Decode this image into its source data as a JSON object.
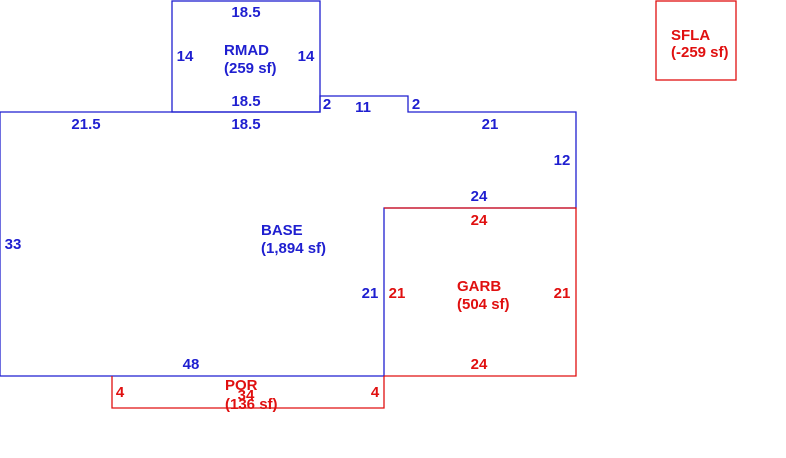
{
  "colors": {
    "blue": "#1f1fd0",
    "red": "#e01010"
  },
  "sketch": {
    "rmad": {
      "name": "RMAD",
      "area": "(259 sf)",
      "dims": {
        "top": "18.5",
        "left": "14",
        "right": "14",
        "bottom": "18.5"
      }
    },
    "base": {
      "name": "BASE",
      "area": "(1,894 sf)",
      "dims": {
        "top_left": "21.5",
        "top_mid": "18.5",
        "step_left": "2",
        "step_top": "11",
        "step_right": "2",
        "top_right": "21",
        "right": "12",
        "notch_top": "24",
        "left": "33",
        "notch_side": "21",
        "bottom": "48"
      }
    },
    "garb": {
      "name": "GARB",
      "area": "(504 sf)",
      "dims": {
        "top": "24",
        "left": "21",
        "right": "21",
        "bottom": "24"
      }
    },
    "por": {
      "name": "POR",
      "area": "(136 sf)",
      "dims": {
        "left": "4",
        "right": "4",
        "top": "34"
      }
    },
    "sfla": {
      "name": "SFLA",
      "area": "(-259 sf)"
    }
  }
}
